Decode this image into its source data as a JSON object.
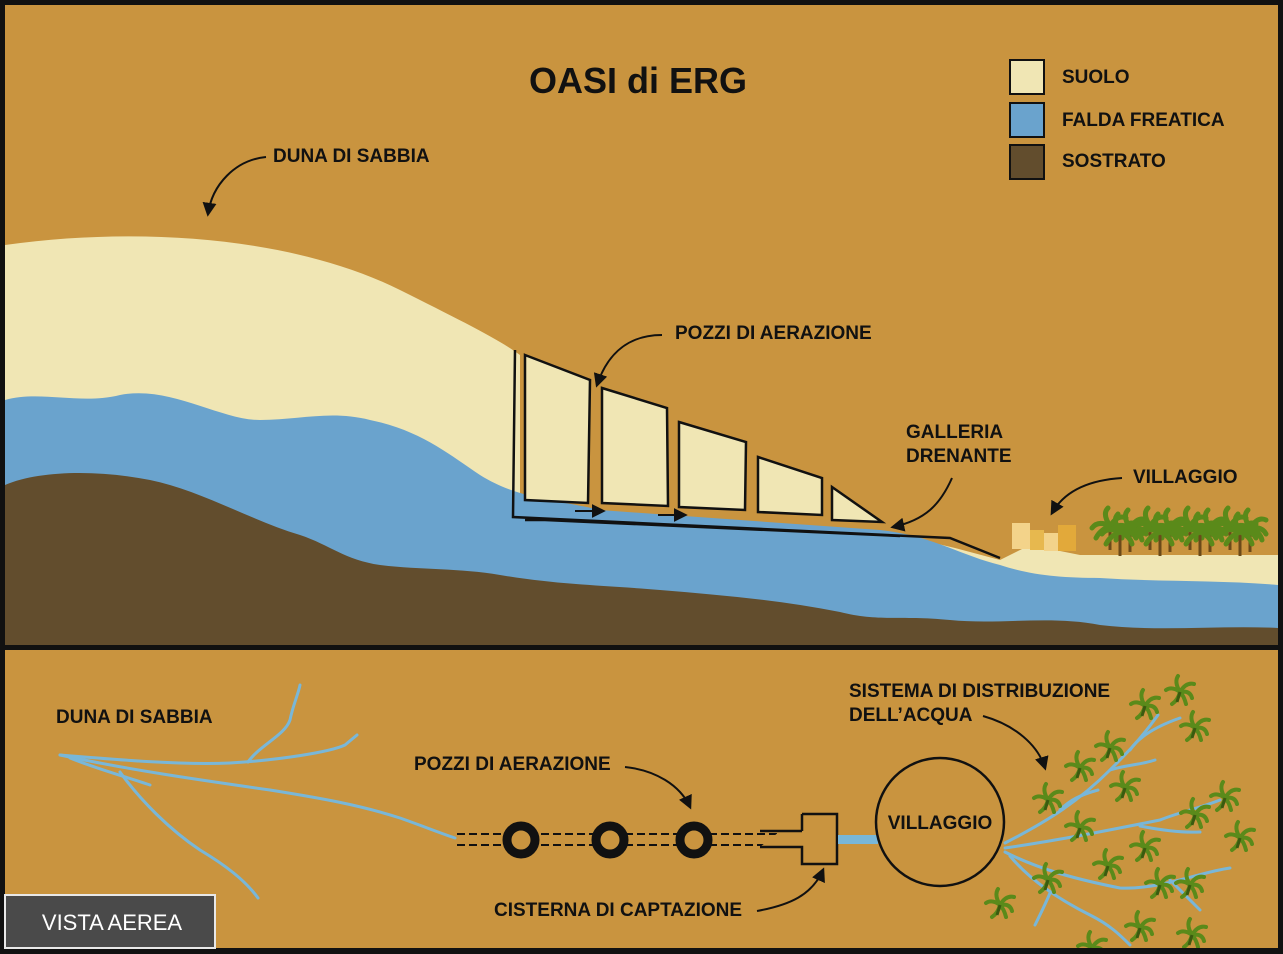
{
  "title": "OASI di ERG",
  "legend": [
    {
      "label": "SUOLO",
      "color": "#f0e6b4"
    },
    {
      "label": "FALDA FREATICA",
      "color": "#6aa3cd"
    },
    {
      "label": "SOSTRATO",
      "color": "#624d2d"
    }
  ],
  "colors": {
    "background": "#c9943f",
    "soil": "#f0e6b4",
    "water": "#6aa3cd",
    "bedrock": "#624d2d",
    "frame": "#111111",
    "canal": "#79b7d8",
    "palm": "#5a8a1a"
  },
  "cross_section": {
    "labels": {
      "dune": "DUNA DI SABBIA",
      "shafts": "POZZI DI AERAZIONE",
      "gallery_line1": "GALLERIA",
      "gallery_line2": "DRENANTE",
      "village": "VILLAGGIO"
    }
  },
  "aerial_view": {
    "badge": "VISTA AEREA",
    "labels": {
      "dune": "DUNA DI SABBIA",
      "shafts": "POZZI DI AERAZIONE",
      "cistern": "CISTERNA DI CAPTAZIONE",
      "village": "VILLAGGIO",
      "distribution_line1": "SISTEMA DI DISTRIBUZIONE",
      "distribution_line2": "DELL’ACQUA"
    }
  }
}
